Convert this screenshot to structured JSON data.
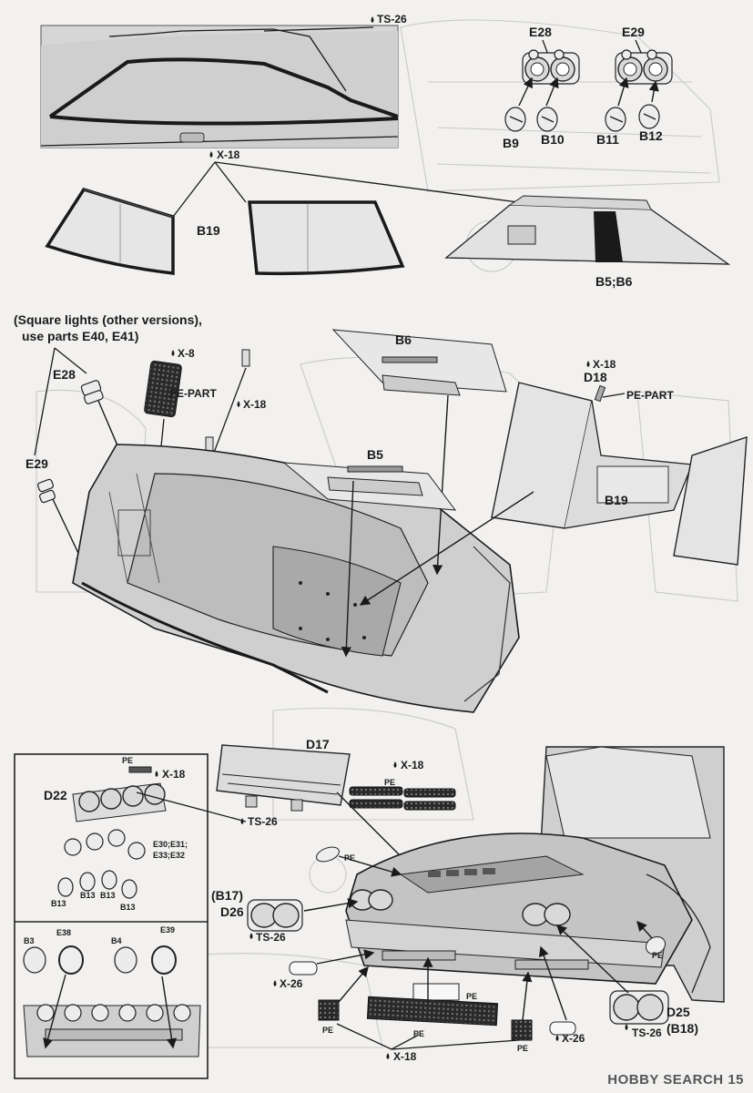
{
  "labels": {
    "ts26_top": "TS-26",
    "x18_top": "X-18",
    "e28_top": "E28",
    "e29_top": "E29",
    "b9": "B9",
    "b10": "B10",
    "b11": "B11",
    "b12": "B12",
    "b19_top": "B19",
    "b5b6": "B5;B6",
    "note_line1": "(Square lights (other versions),",
    "note_line2": "use parts E40, E41)",
    "e28_mid": "E28",
    "e29_mid": "E29",
    "x8": "X-8",
    "pe_part_left": "PE-PART",
    "x18_mid": "X-18",
    "b6": "B6",
    "b5": "B5",
    "x18_right": "X-18",
    "d18": "D18",
    "pe_part_right": "PE-PART",
    "b19_mid": "B19",
    "d17": "D17",
    "x18_grille": "X-18",
    "pe_grille": "PE",
    "ts26_grille": "TS-26",
    "pe_inset": "PE",
    "x18_inset": "X-18",
    "d22": "D22",
    "e_group": "E30;E31;",
    "e_group2": "E33;E32",
    "b13_a": "B13",
    "b13_b": "B13",
    "b13_c": "B13",
    "b13_d": "B13",
    "b3": "B3",
    "e38": "E38",
    "b4": "B4",
    "e39": "E39",
    "pe_hood": "PE",
    "b17": "(B17)",
    "d26": "D26",
    "ts26_left": "TS-26",
    "x26_left": "X-26",
    "pe_side": "PE",
    "pe_bumper_center": "PE",
    "pe_bottom_left": "PE",
    "pe_bottom_center": "PE",
    "pe_bottom_right": "PE",
    "x18_bottom": "X-18",
    "x26_right": "X-26",
    "ts26_right": "TS-26",
    "d25": "D25",
    "b18": "(B18)",
    "page_number": "15"
  },
  "watermark": "HOBBY SEARCH"
}
